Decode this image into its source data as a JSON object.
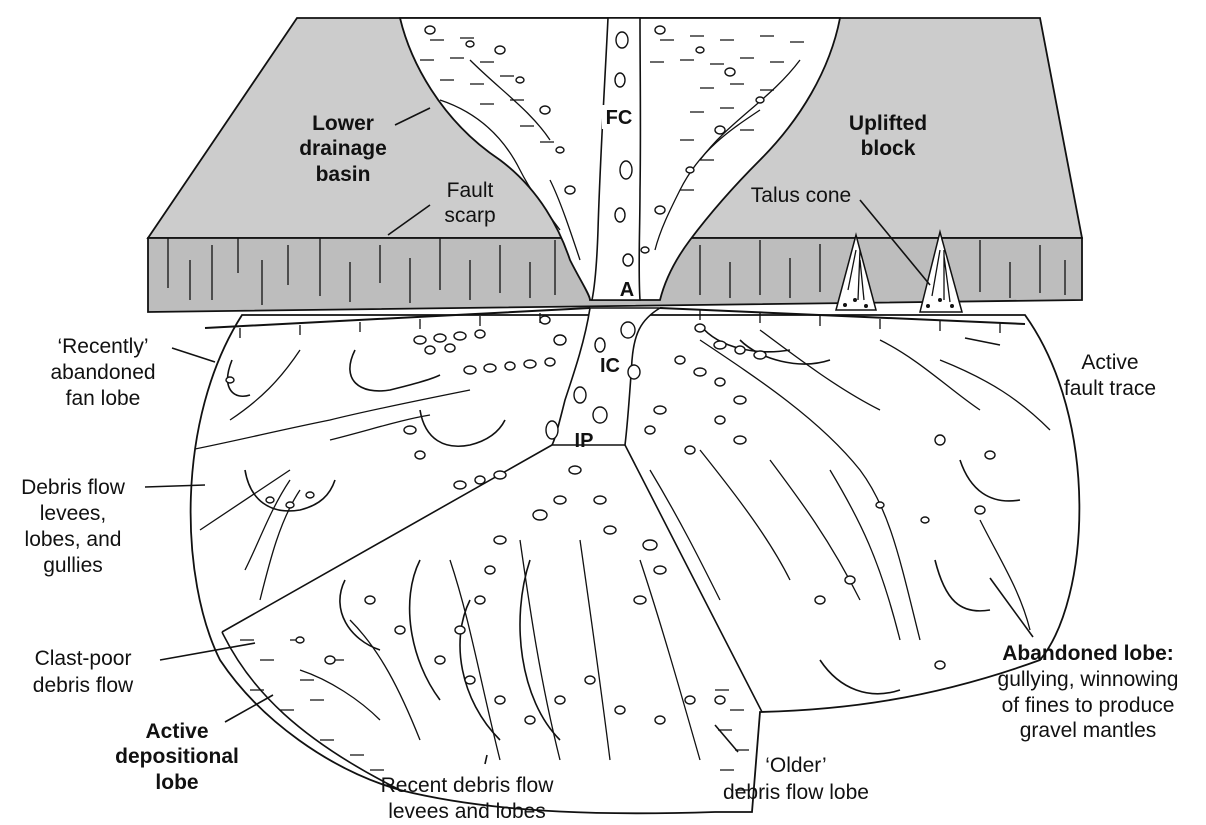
{
  "labels": {
    "lower_drainage_basin": [
      "Lower",
      "drainage",
      "basin"
    ],
    "uplifted_block": [
      "Uplifted",
      "block"
    ],
    "fault_scarp": [
      "Fault",
      "scarp"
    ],
    "talus_cone": "Talus cone",
    "recently_abandoned": [
      "‘Recently’",
      "abandoned",
      "fan lobe"
    ],
    "active_fault_trace": [
      "Active",
      "fault trace"
    ],
    "debris_flow_levees": [
      "Debris flow",
      "levees,",
      "lobes, and",
      "gullies"
    ],
    "clast_poor": [
      "Clast-poor",
      "debris flow"
    ],
    "active_depositional": [
      "Active",
      "depositional",
      "lobe"
    ],
    "recent_debris": [
      "Recent debris flow",
      "levees and lobes"
    ],
    "older_debris": [
      "‘Older’",
      "debris flow lobe"
    ],
    "abandoned_lobe_title": "Abandoned lobe:",
    "abandoned_lobe_desc": [
      "gullying, winnowing",
      "of fines to produce",
      "gravel mantles"
    ]
  },
  "codes": {
    "fc": "FC",
    "a": "A",
    "ic": "IC",
    "ip": "IP"
  }
}
